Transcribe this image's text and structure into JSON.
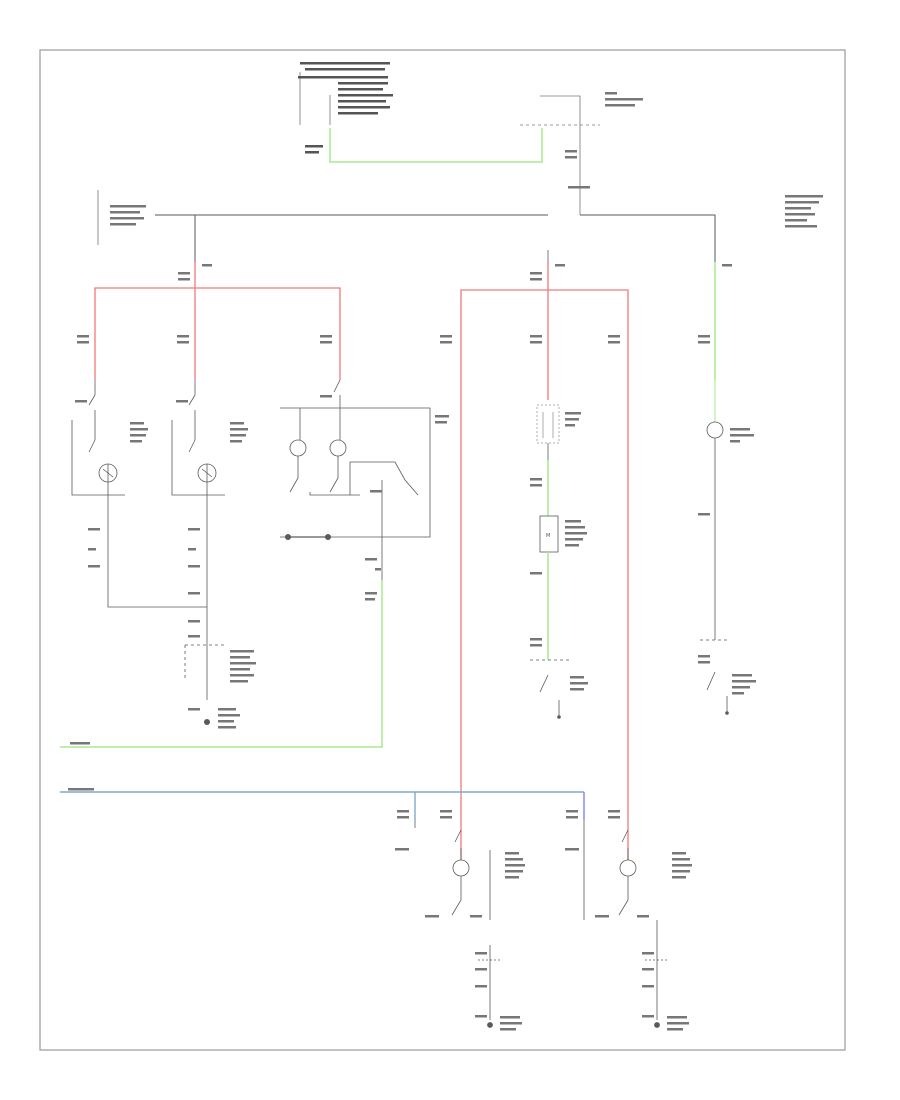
{
  "diagram": {
    "footer_label": "",
    "wire_colors": {
      "black": "#5a5a5a",
      "red": "#f07a7a",
      "green": "#a8e890",
      "blue": "#7fa9cf",
      "purple": "#8080ff",
      "frame": "#888888"
    },
    "components": [
      "hot-at-all-times-fuse-connector",
      "fuse-block",
      "power-distribution-connector",
      "left-front-interior-lamp",
      "right-front-interior-lamp",
      "dome-map-lamp-assembly",
      "interior-lamp-relay",
      "trunk-lamp",
      "trunk-lamp-diode",
      "trunk-lamp-switch",
      "glove-box-lamp",
      "glove-box-lamp-switch",
      "left-rear-courtesy-lamp",
      "right-rear-courtesy-lamp",
      "left-rear-door-jamb-switch",
      "right-rear-door-jamb-switch",
      "ground-left-kick-panel"
    ]
  }
}
